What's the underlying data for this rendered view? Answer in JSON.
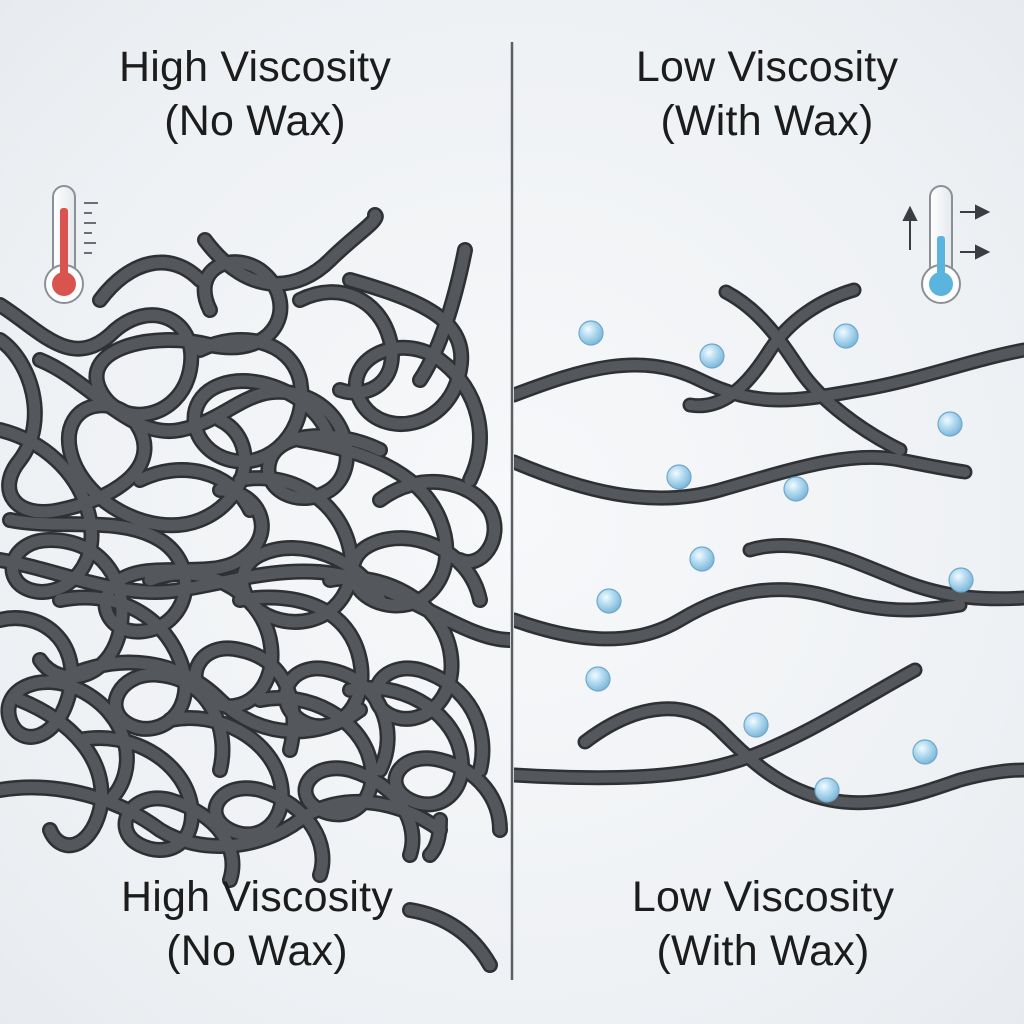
{
  "left_panel": {
    "heading": "High Viscosity",
    "subheading": "(No Wax)",
    "caption": "High Viscosity",
    "caption_sub": "(No Wax)",
    "thermometer_icon": "hot-thermometer-icon",
    "thermometer_color": "#d9534f"
  },
  "right_panel": {
    "heading": "Low Viscosity",
    "subheading": "(With Wax)",
    "caption": "Low Viscosity",
    "caption_sub": "(With Wax)",
    "thermometer_icon": "cold-thermometer-icon",
    "thermometer_color": "#5bb4dd",
    "particle_icon": "wax-particle-icon"
  },
  "colors": {
    "strand": "#4a4d51",
    "strand_outline": "#2e3033",
    "divider": "#5a5f66",
    "particle": "#a9d6ee",
    "text": "#1c1c1c"
  }
}
